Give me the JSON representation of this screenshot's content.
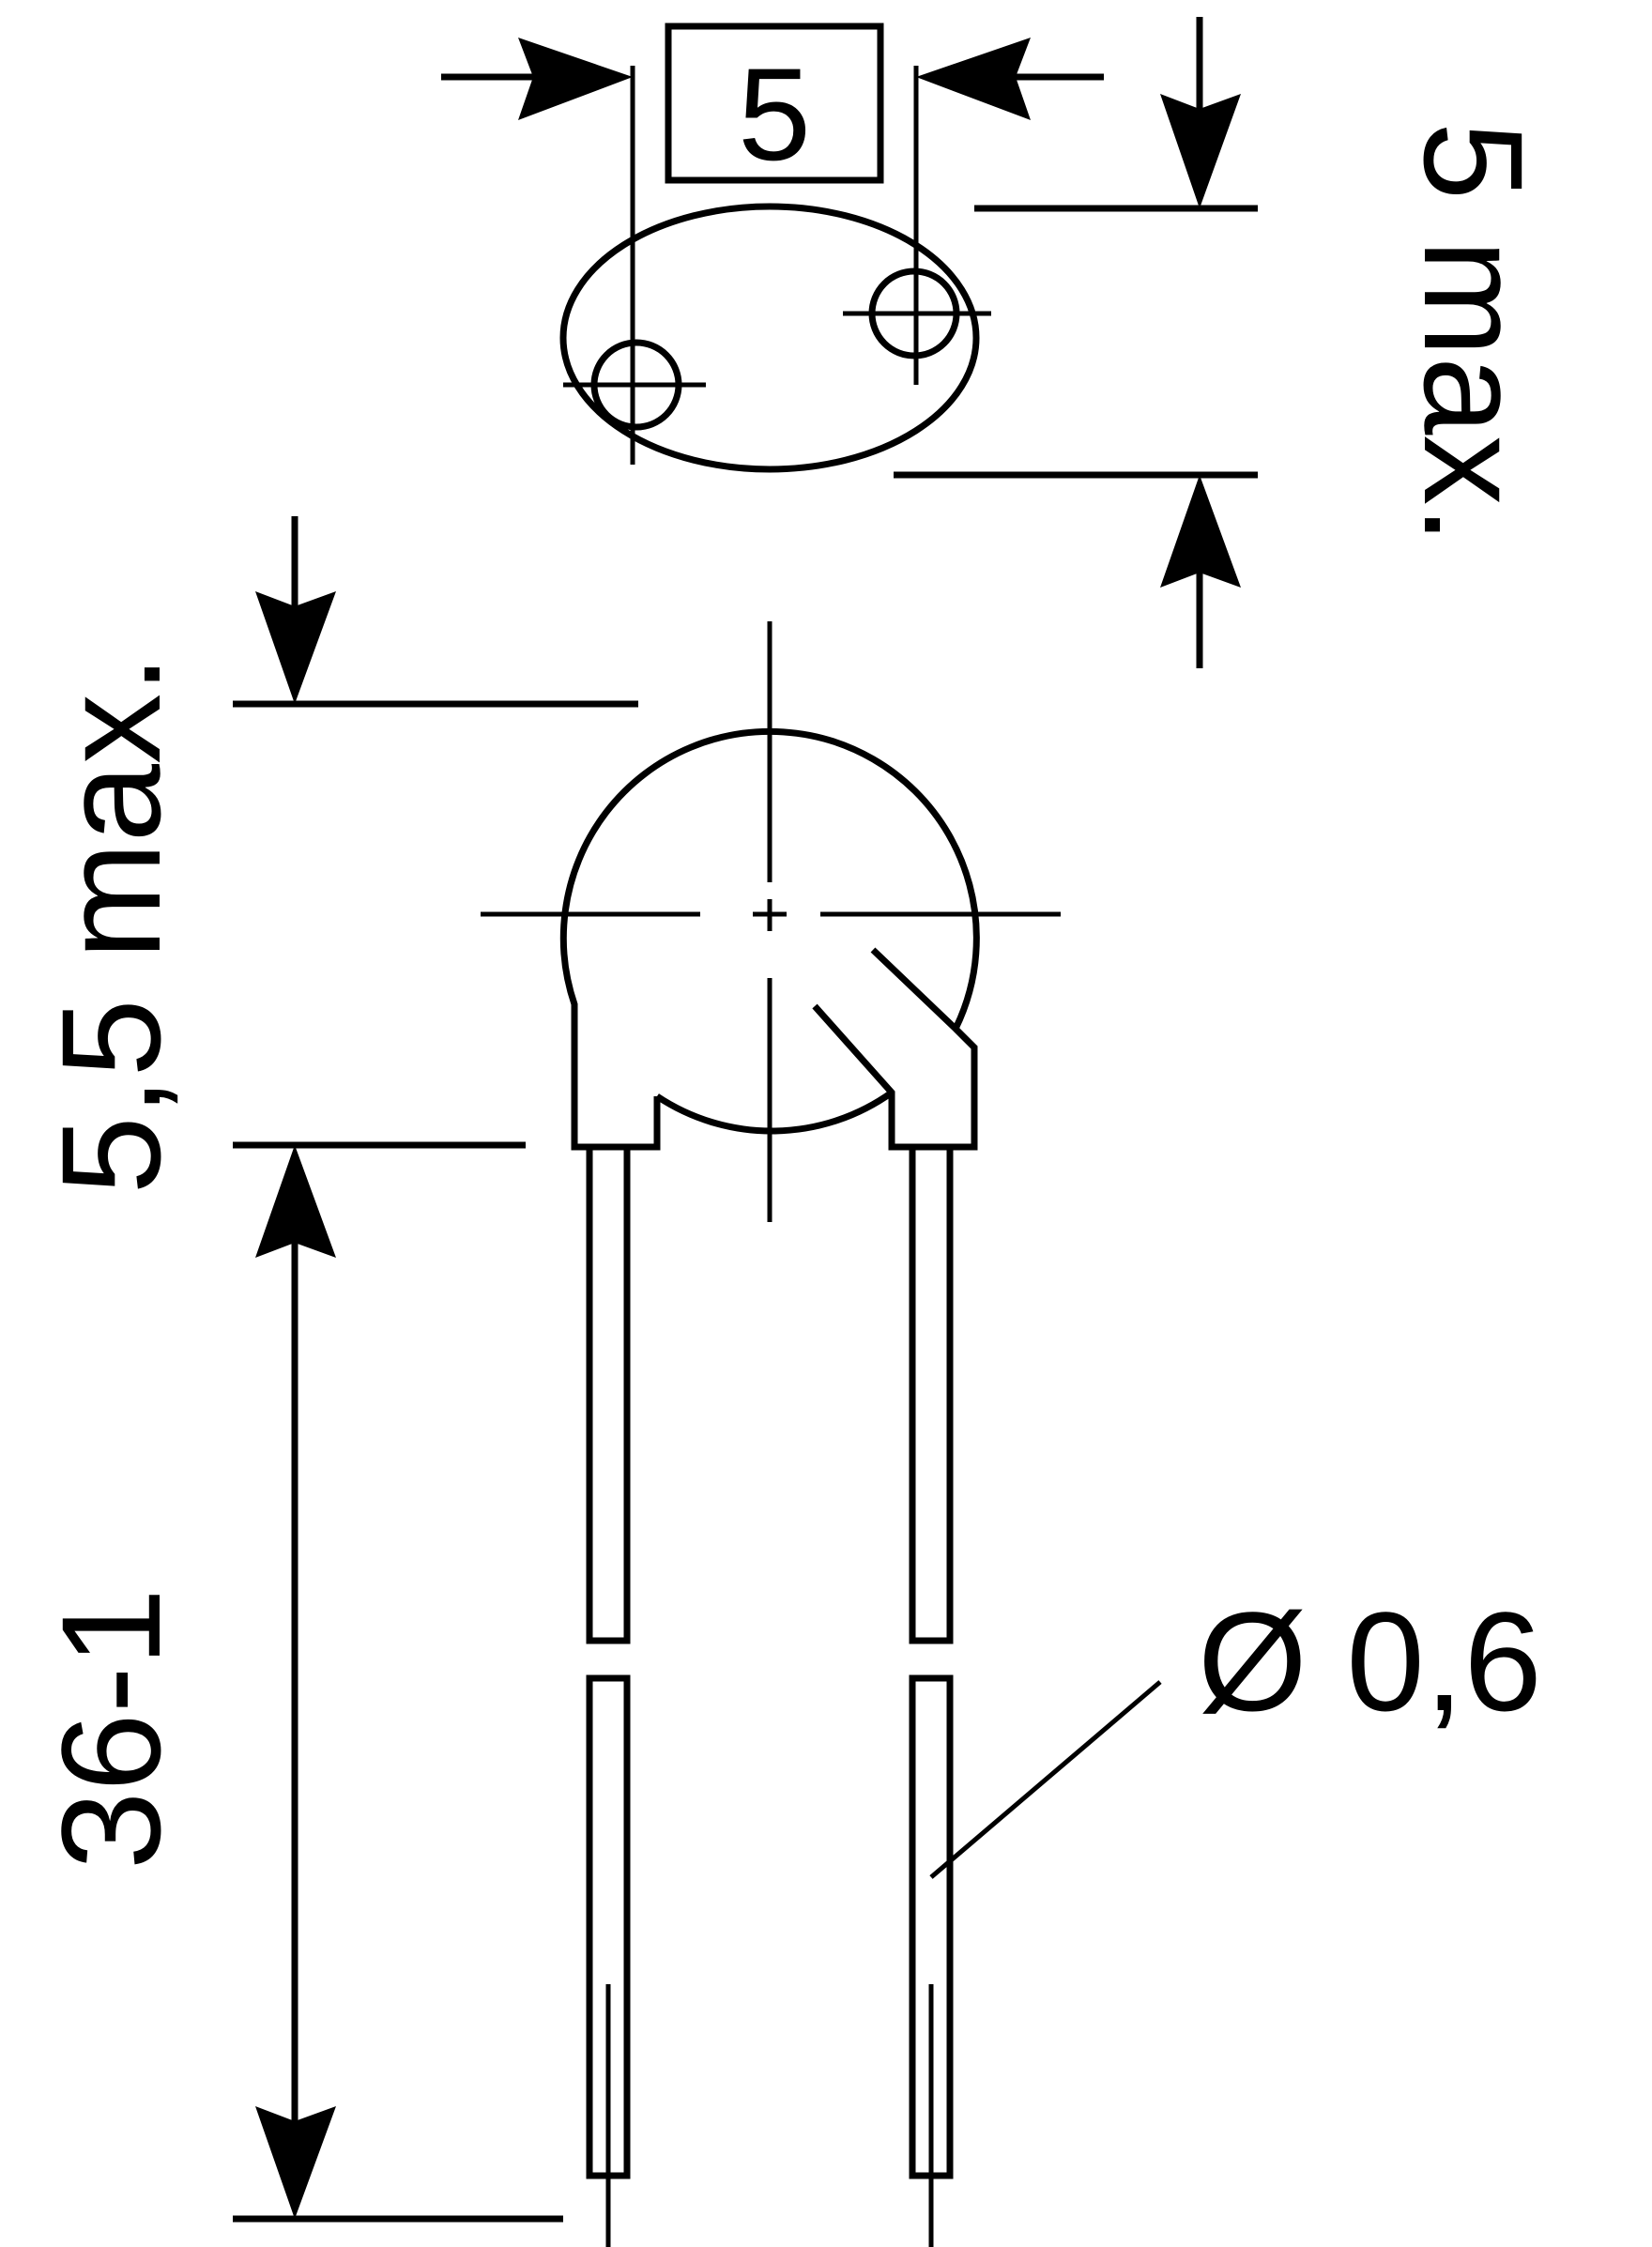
{
  "dimensions": {
    "pitch_box": "5",
    "body_thickness": "5 max.",
    "body_diameter": "5,5 max.",
    "lead_length": "36-1",
    "lead_diameter": "Ø 0,6"
  }
}
